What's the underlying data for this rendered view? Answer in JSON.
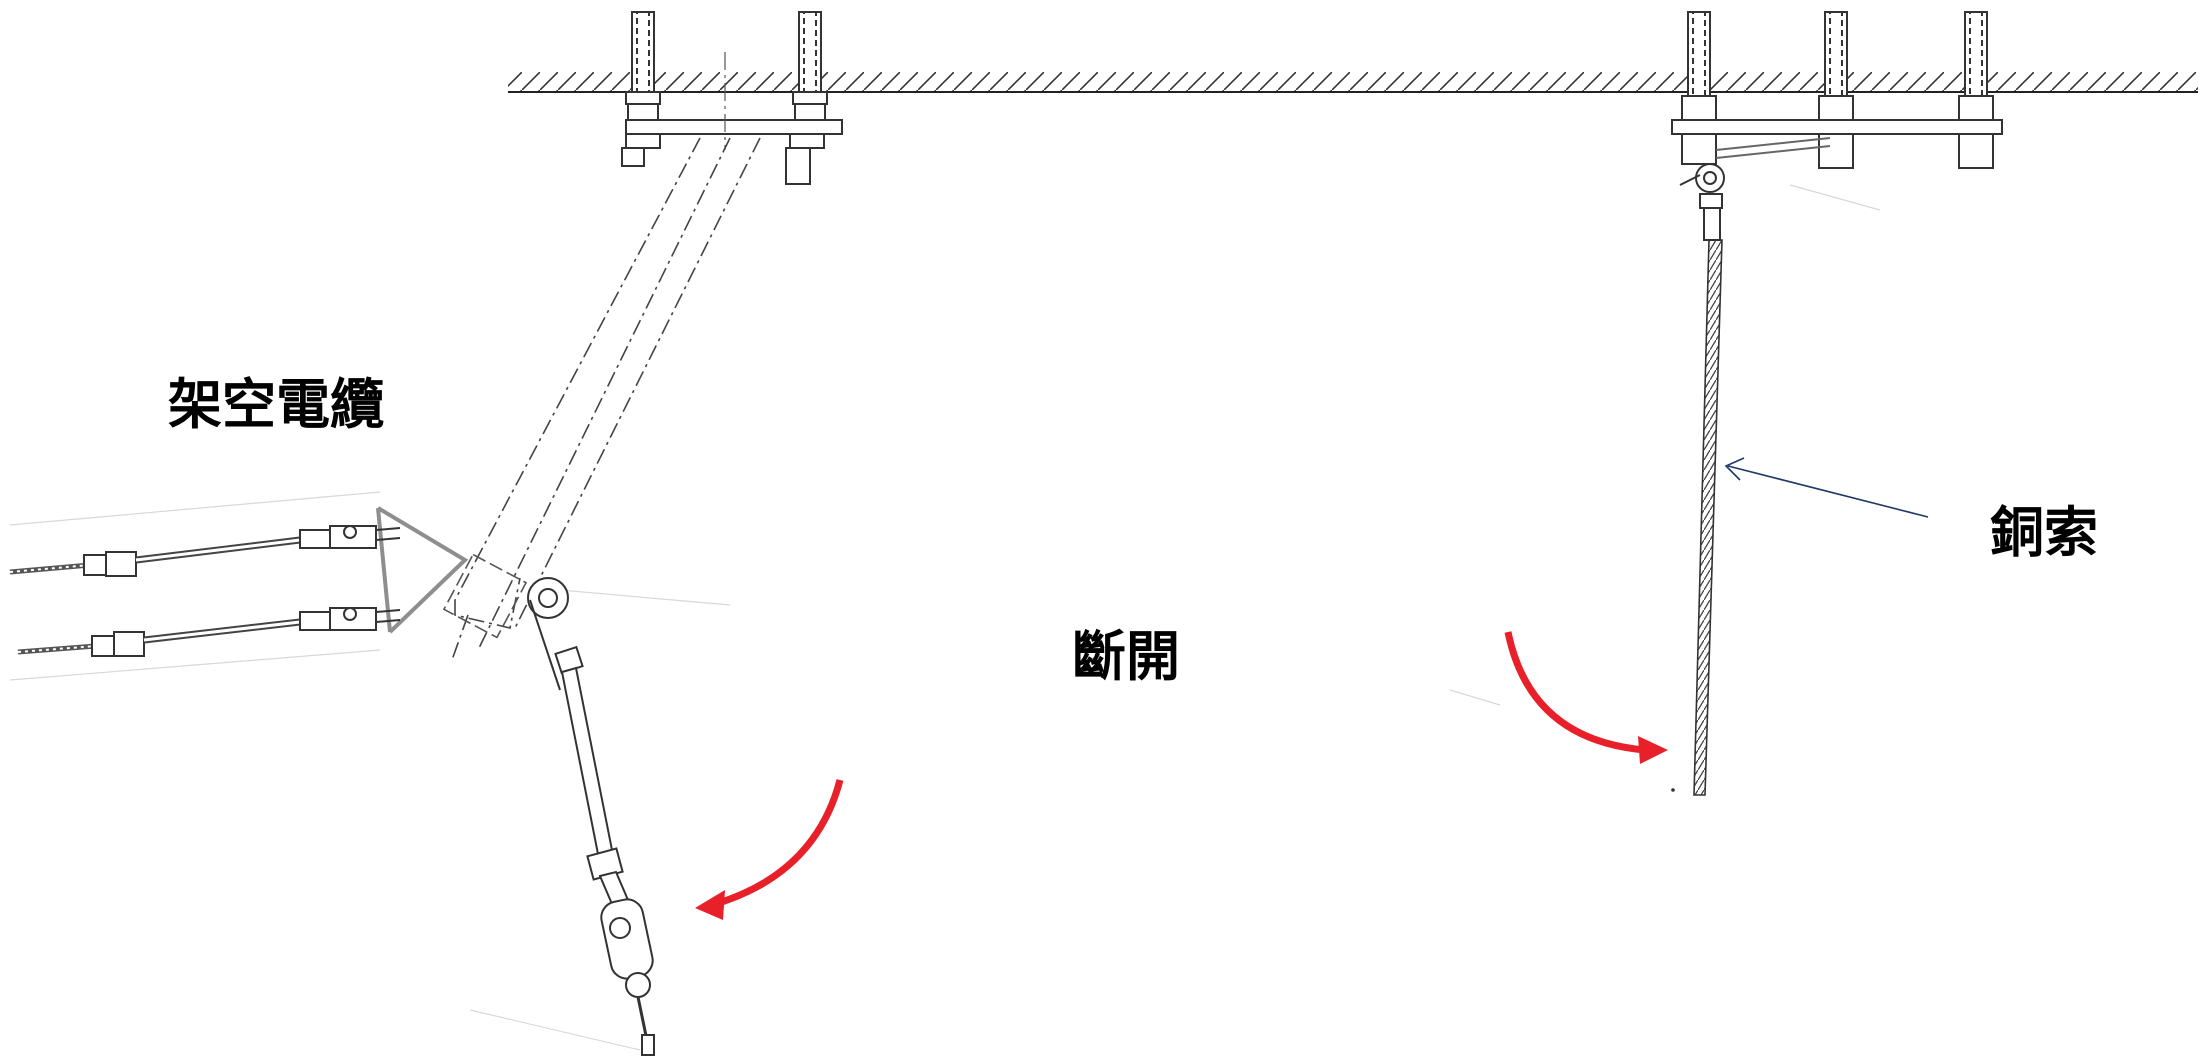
{
  "labels": {
    "overhead_cable": "架空電纜",
    "disconnected": "斷開",
    "copper_cable": "銅索"
  },
  "colors": {
    "drawing_line": "#3a3a3a",
    "hidden_line": "#555555",
    "arrow_red": "#e8202a",
    "leader_blue": "#1f3a6a"
  }
}
